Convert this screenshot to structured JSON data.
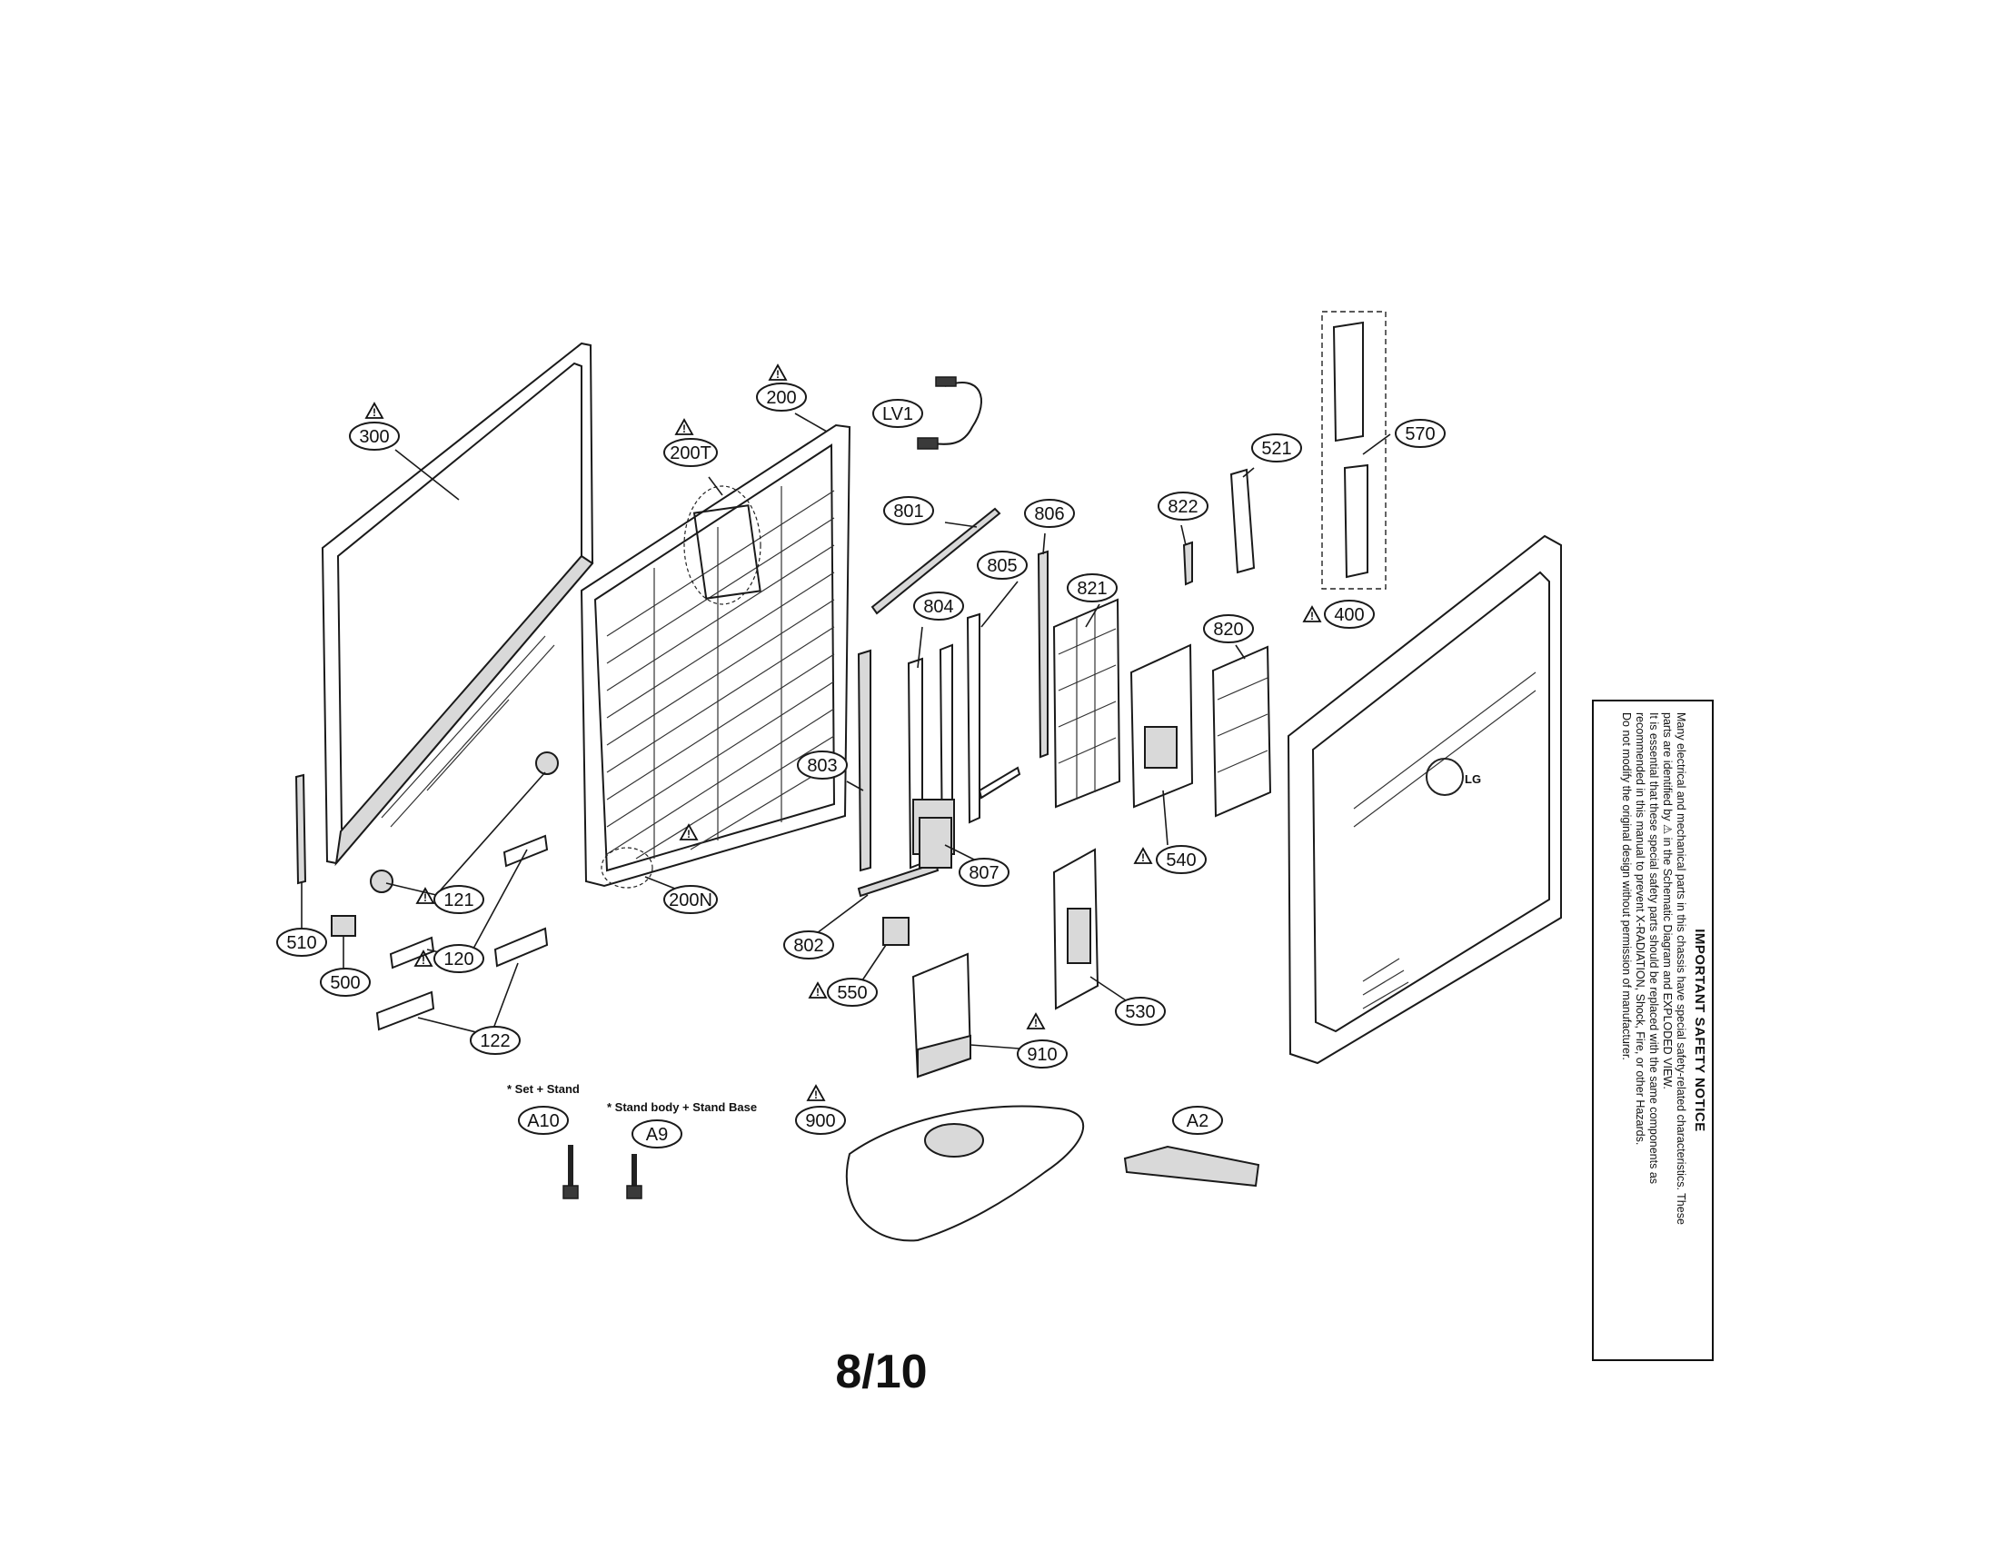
{
  "page_number": "8/10",
  "safety_notice": {
    "title": "IMPORTANT SAFETY NOTICE",
    "lines": [
      "Many electrical and mechanical parts in this chassis have special safety-related characteristics. These",
      "parts are identified by ⚠ in the Schematic Diagram and EXPLODED VIEW.",
      "It is essential that these special safety parts should be replaced with the same components as",
      "recommended in this manual to prevent X-RADIATION, Shock, Fire, or other Hazards.",
      "Do not modify the original design without permission of manufacturer."
    ]
  },
  "notes": {
    "set_stand": "* Set + Stand",
    "stand_body_base": "* Stand body + Stand Base"
  },
  "brand_logo": "LG",
  "callouts": [
    "300",
    "200T",
    "200",
    "LV1",
    "801",
    "806",
    "805",
    "804",
    "821",
    "822",
    "521",
    "570",
    "820",
    "400",
    "803",
    "807",
    "540",
    "200N",
    "121",
    "120",
    "510",
    "500",
    "122",
    "802",
    "550",
    "530",
    "910",
    "A10",
    "A9",
    "900",
    "A2"
  ],
  "safety_marked": [
    "300",
    "200T",
    "200",
    "400",
    "540",
    "200N",
    "121",
    "120",
    "550",
    "910",
    "900"
  ]
}
